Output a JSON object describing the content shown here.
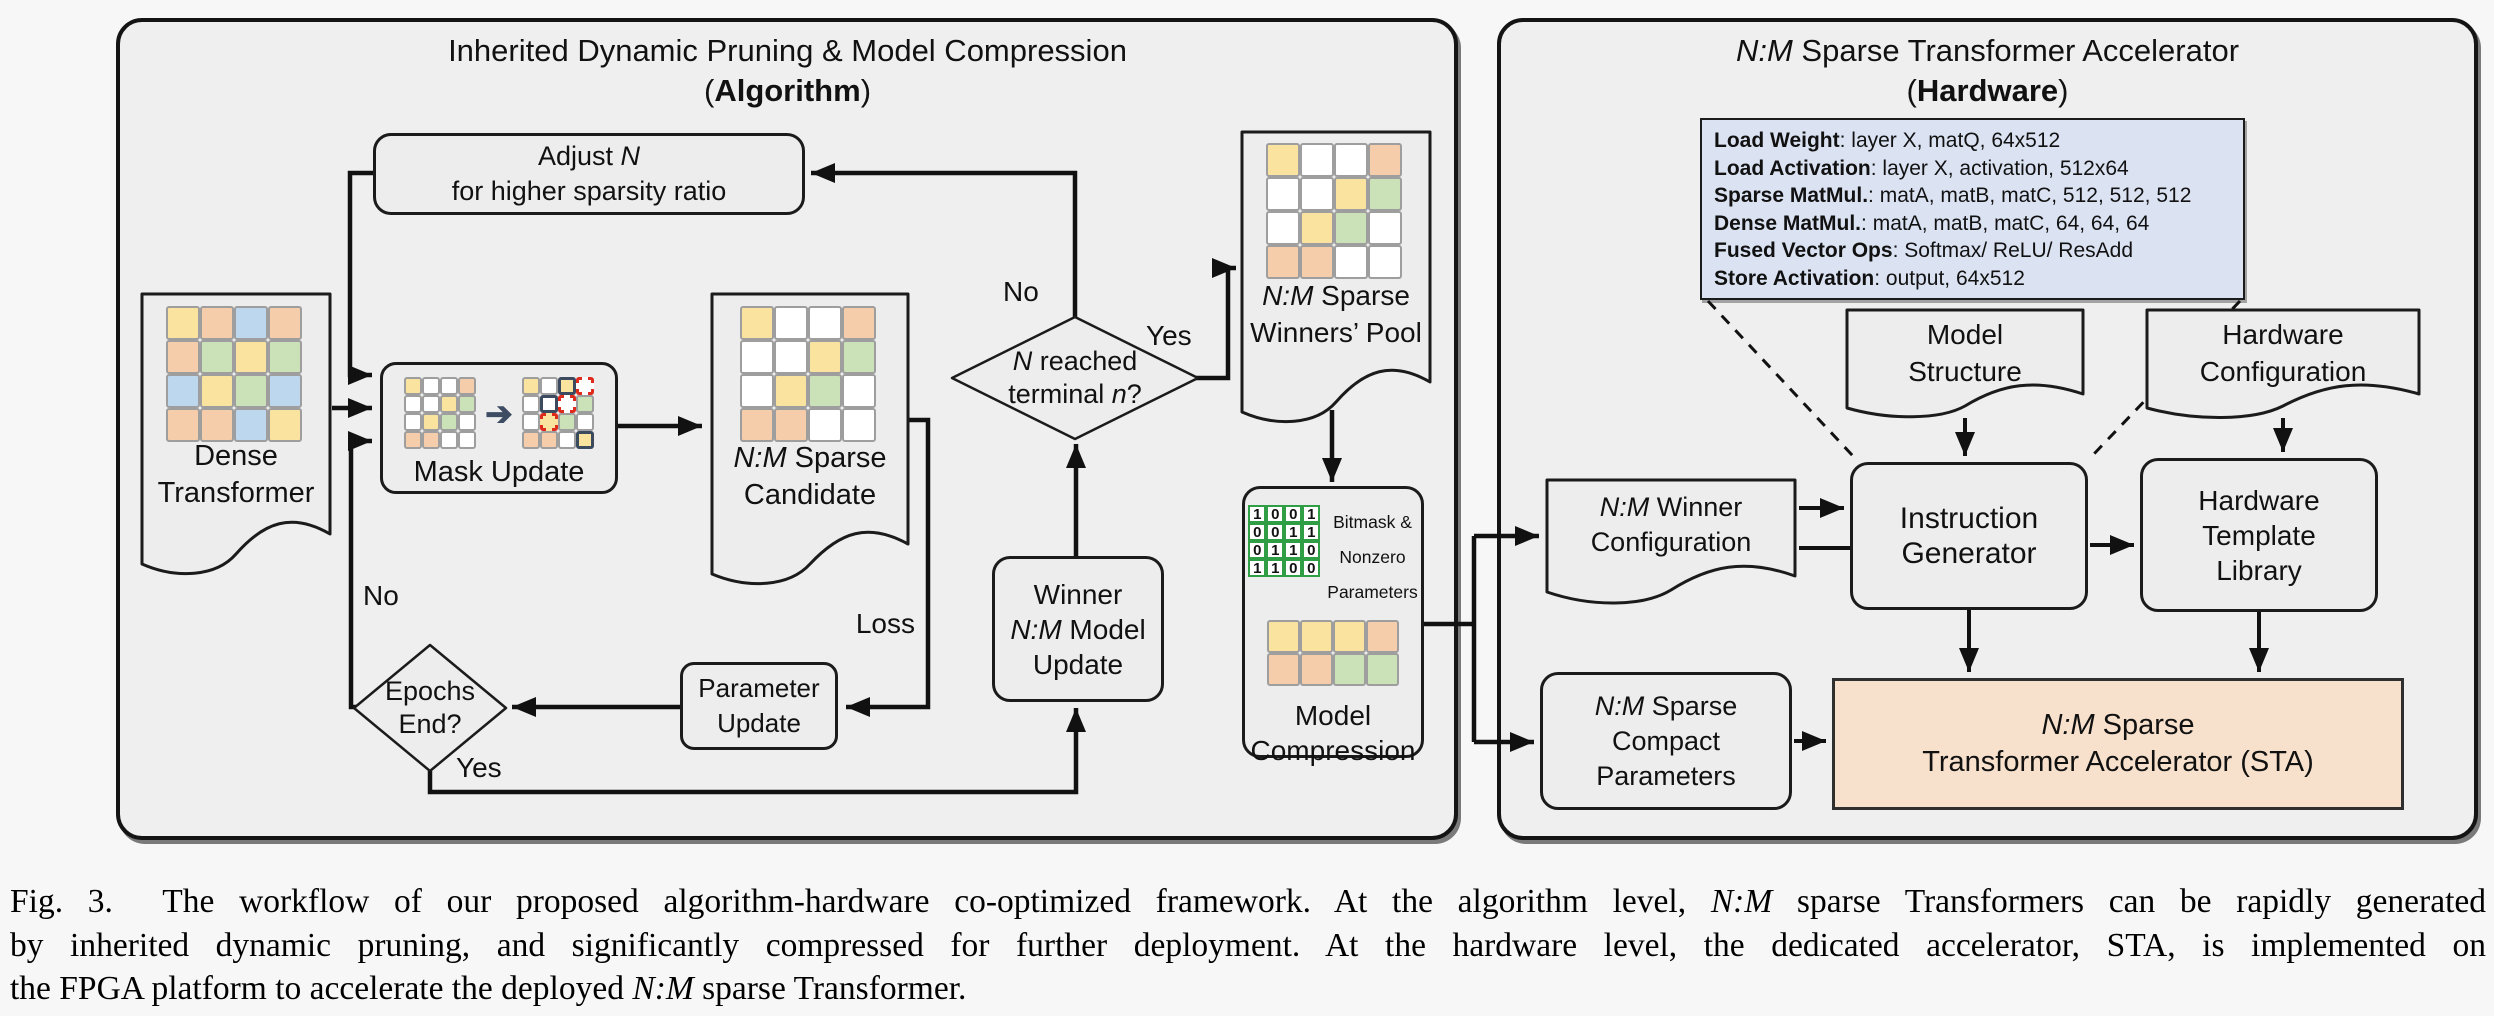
{
  "palette": {
    "Y": "#fae39e",
    "W": "#ffffff",
    "O": "#f6cdaa",
    "G": "#cbe2b8",
    "B": "#bdd7ee"
  },
  "grids": {
    "dense": [
      [
        "Y",
        "O",
        "B",
        "O"
      ],
      [
        "O",
        "G",
        "Y",
        "G"
      ],
      [
        "B",
        "Y",
        "G",
        "B"
      ],
      [
        "O",
        "O",
        "B",
        "Y"
      ]
    ],
    "sparse": [
      [
        "Y",
        "W",
        "W",
        "O"
      ],
      [
        "W",
        "W",
        "Y",
        "G"
      ],
      [
        "W",
        "Y",
        "G",
        "W"
      ],
      [
        "O",
        "O",
        "W",
        "W"
      ]
    ],
    "mask_after": [
      [
        {
          "c": "Y"
        },
        {
          "c": "W"
        },
        {
          "c": "Y",
          "m": "dark"
        },
        {
          "c": "W",
          "m": "red"
        }
      ],
      [
        {
          "c": "W"
        },
        {
          "c": "W",
          "m": "dark"
        },
        {
          "c": "W",
          "m": "red"
        },
        {
          "c": "G"
        }
      ],
      [
        {
          "c": "W"
        },
        {
          "c": "Y",
          "m": "red"
        },
        {
          "c": "G"
        },
        {
          "c": "W"
        }
      ],
      [
        {
          "c": "O"
        },
        {
          "c": "O"
        },
        {
          "c": "W"
        },
        {
          "c": "Y",
          "m": "dark"
        }
      ]
    ],
    "bitmask": [
      [
        "1",
        "0",
        "0",
        "1"
      ],
      [
        "0",
        "0",
        "1",
        "1"
      ],
      [
        "0",
        "1",
        "1",
        "0"
      ],
      [
        "1",
        "1",
        "0",
        "0"
      ]
    ],
    "compressed": [
      [
        "Y",
        "Y",
        "Y",
        "O"
      ],
      [
        "O",
        "O",
        "G",
        "G"
      ]
    ]
  },
  "left_panel": {
    "title": "Inherited Dynamic Pruning & Model Compression",
    "subtitle": [
      {
        "t": "("
      },
      {
        "t": "Algorithm",
        "b": true
      },
      {
        "t": ")"
      }
    ],
    "nodes": {
      "adjust_n": {
        "lines": [
          [
            {
              "t": "Adjust "
            },
            {
              "t": "N",
              "i": true
            }
          ],
          [
            {
              "t": "for higher sparsity ratio"
            }
          ]
        ]
      },
      "dense_transformer": {
        "lines": [
          [
            {
              "t": "Dense"
            }
          ],
          [
            {
              "t": "Transformer"
            }
          ]
        ]
      },
      "mask_update": {
        "lines": [
          [
            {
              "t": "Mask Update"
            }
          ]
        ]
      },
      "nm_candidate": {
        "lines": [
          [
            {
              "t": "N:M",
              "i": true
            },
            {
              "t": " Sparse"
            }
          ],
          [
            {
              "t": "Candidate"
            }
          ]
        ]
      },
      "n_reached": {
        "lines": [
          [
            {
              "t": "N",
              "i": true
            },
            {
              "t": " reached"
            }
          ],
          [
            {
              "t": "terminal "
            },
            {
              "t": "n",
              "i": true
            },
            {
              "t": "?"
            }
          ]
        ]
      },
      "winners_pool": {
        "lines": [
          [
            {
              "t": "N:M",
              "i": true
            },
            {
              "t": " Sparse"
            }
          ],
          [
            {
              "t": "Winners’ Pool"
            }
          ]
        ]
      },
      "model_compression": {
        "bitmask_caption": [
          [
            {
              "t": "Bitmask &"
            }
          ],
          [
            {
              "t": "Nonzero"
            }
          ],
          [
            {
              "t": "Parameters"
            }
          ]
        ],
        "lines": [
          [
            {
              "t": "Model"
            }
          ],
          [
            {
              "t": "Compression"
            }
          ]
        ]
      },
      "winner_update": {
        "lines": [
          [
            {
              "t": "Winner"
            }
          ],
          [
            {
              "t": "N:M",
              "i": true
            },
            {
              "t": " Model"
            }
          ],
          [
            {
              "t": "Update"
            }
          ]
        ]
      },
      "epochs_end": {
        "lines": [
          [
            {
              "t": "Epochs"
            }
          ],
          [
            {
              "t": "End?"
            }
          ]
        ]
      },
      "parameter_update": {
        "lines": [
          [
            {
              "t": "Parameter"
            }
          ],
          [
            {
              "t": "Update"
            }
          ]
        ]
      }
    },
    "edge_labels": {
      "no_top": "No",
      "yes_right": "Yes",
      "loss": "Loss",
      "no_left": "No",
      "yes_bottom": "Yes"
    }
  },
  "right_panel": {
    "title": [
      {
        "t": "N:M",
        "i": true
      },
      {
        "t": " Sparse Transformer Accelerator"
      }
    ],
    "subtitle": [
      {
        "t": "("
      },
      {
        "t": "Hardware",
        "b": true
      },
      {
        "t": ")"
      }
    ],
    "instruction_box": {
      "lines": [
        {
          "b": "Load Weight",
          "r": ": layer X, matQ, 64x512"
        },
        {
          "b": "Load Activation",
          "r": ": layer X, activation, 512x64"
        },
        {
          "b": "Sparse MatMul.",
          "r": ": matA, matB, matC, 512, 512, 512"
        },
        {
          "b": "Dense MatMul.",
          "r": ": matA, matB, matC, 64, 64, 64"
        },
        {
          "b": "Fused Vector Ops",
          "r": ": Softmax/ ReLU/ ResAdd"
        },
        {
          "b": "Store Activation",
          "r": ": output, 64x512"
        }
      ]
    },
    "nodes": {
      "model_structure": {
        "lines": [
          [
            {
              "t": "Model"
            }
          ],
          [
            {
              "t": "Structure"
            }
          ]
        ]
      },
      "hardware_configuration": {
        "lines": [
          [
            {
              "t": "Hardware"
            }
          ],
          [
            {
              "t": "Configuration"
            }
          ]
        ]
      },
      "winner_configuration": {
        "lines": [
          [
            {
              "t": "N:M",
              "i": true
            },
            {
              "t": " Winner"
            }
          ],
          [
            {
              "t": "Configuration"
            }
          ]
        ]
      },
      "instruction_generator": {
        "lines": [
          [
            {
              "t": "Instruction"
            }
          ],
          [
            {
              "t": "Generator"
            }
          ]
        ]
      },
      "hardware_template_library": {
        "lines": [
          [
            {
              "t": "Hardware"
            }
          ],
          [
            {
              "t": "Template"
            }
          ],
          [
            {
              "t": "Library"
            }
          ]
        ]
      },
      "compact_parameters": {
        "lines": [
          [
            {
              "t": "N:M",
              "i": true
            },
            {
              "t": " Sparse"
            }
          ],
          [
            {
              "t": "Compact"
            }
          ],
          [
            {
              "t": "Parameters"
            }
          ]
        ]
      },
      "sta": {
        "lines": [
          [
            {
              "t": "N:M",
              "i": true
            },
            {
              "t": " Sparse"
            }
          ],
          [
            {
              "t": "Transformer Accelerator (STA)"
            }
          ]
        ]
      }
    }
  },
  "caption": {
    "lines": [
      [
        {
          "t": "Fig. 3.  The workflow of our proposed algorithm-hardware co-optimized framework. At the algorithm level, "
        },
        {
          "t": "N:M",
          "i": true
        },
        {
          "t": " sparse Transformers can be rapidly generated"
        }
      ],
      [
        {
          "t": "by inherited dynamic pruning, and significantly compressed for further deployment. At the hardware level, the dedicated accelerator, STA, is implemented on"
        }
      ],
      [
        {
          "t": "the FPGA platform to accelerate the deployed "
        },
        {
          "t": "N:M",
          "i": true
        },
        {
          "t": " sparse Transformer."
        }
      ]
    ]
  }
}
